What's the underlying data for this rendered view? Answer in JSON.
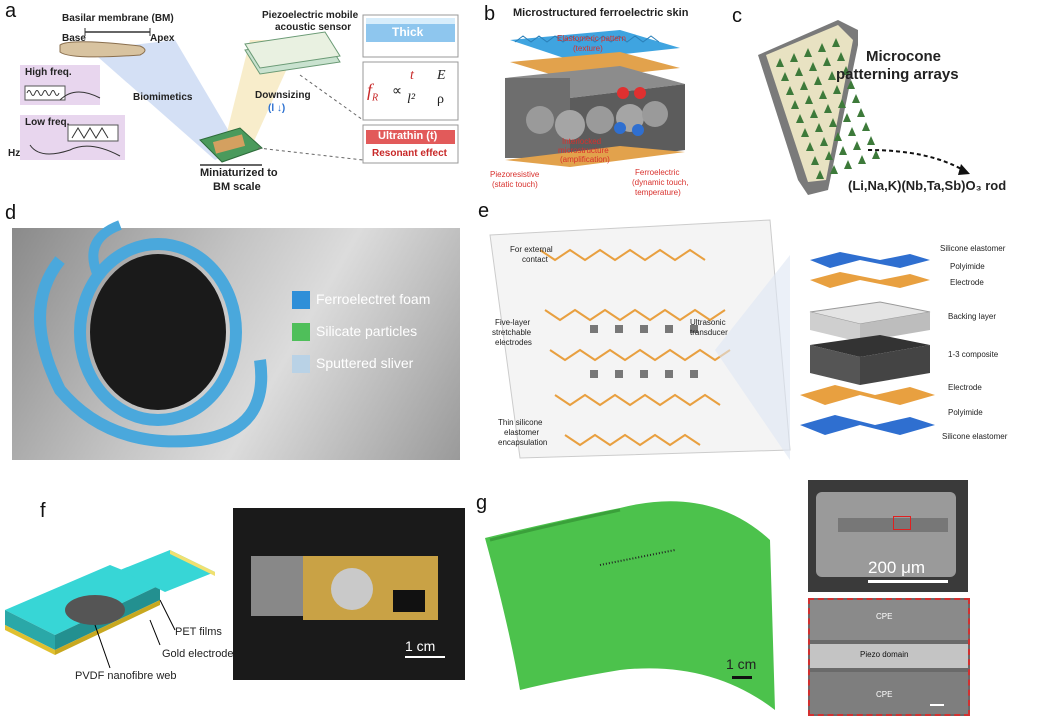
{
  "panel_a": {
    "label": "a",
    "basilar_membrane": "Basilar membrane (BM)",
    "base": "Base",
    "apex": "Apex",
    "high_freq": "High freq.",
    "low_freq": "Low freq.",
    "hz": "Hz",
    "biomimetics": "Biomimetics",
    "sensor_title_1": "Piezoelectric mobile",
    "sensor_title_2": "acoustic sensor",
    "downsizing": "Downsizing",
    "downsizing_sym": "(l ↓)",
    "thick": "Thick",
    "ultrathin": "Ultrathin (t)",
    "resonant": "Resonant effect",
    "formula_fr": "f",
    "formula_sub": "R",
    "formula_prop": "∝",
    "formula_t": "t",
    "formula_l2": "l²",
    "formula_E": "E",
    "formula_rho": "ρ",
    "miniaturized_1": "Miniaturized to",
    "miniaturized_2": "BM scale"
  },
  "panel_b": {
    "label": "b",
    "title": "Microstructured ferroelectric skin",
    "elastomeric_1": "Elastomeric pattern",
    "elastomeric_2": "(texture)",
    "interlocked_1": "Interlocked",
    "interlocked_2": "microstructure",
    "interlocked_3": "(amplification)",
    "piezoresistive_1": "Piezoresistive",
    "piezoresistive_2": "(static touch)",
    "ferroelectric_1": "Ferroelectric",
    "ferroelectric_2": "(dynamic touch,",
    "ferroelectric_3": "temperature)"
  },
  "panel_c": {
    "label": "c",
    "title_1": "Microcone",
    "title_2": "patterning arrays",
    "rod": "(Li,Na,K)(Nb,Ta,Sb)O₃ rod"
  },
  "panel_d": {
    "label": "d",
    "legend": [
      "Ferroelectret foam",
      "Silicate particles",
      "Sputtered sliver"
    ],
    "colors": [
      "#2f8fd8",
      "#4fbf5a",
      "#b9d2e6"
    ]
  },
  "panel_e": {
    "label": "e",
    "external_1": "For external",
    "external_2": "contact",
    "five_1": "Five-layer",
    "five_2": "stretchable",
    "five_3": "electrodes",
    "thin_1": "Thin silicone",
    "thin_2": "elastomer",
    "thin_3": "encapsulation",
    "ultra_1": "Ultrasonic",
    "ultra_2": "transducer",
    "layers": [
      "Silicone elastomer",
      "Polyimide",
      "Electrode",
      "Backing layer",
      "1-3 composite",
      "Electrode",
      "Polyimide",
      "Silicone elastomer"
    ]
  },
  "panel_f": {
    "label": "f",
    "pet": "PET films",
    "gold": "Gold electrode",
    "pvdf": "PVDF nanofibre web",
    "scale": "1 cm"
  },
  "panel_g": {
    "label": "g",
    "scale": "1 cm",
    "sem_scale": "200 μm",
    "cpe_top": "CPE",
    "piezo": "Piezo domain",
    "cpe_bottom": "CPE"
  }
}
